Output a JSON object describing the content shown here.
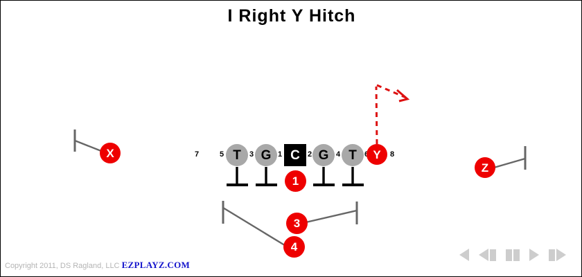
{
  "title": "I Right Y Hitch",
  "colors": {
    "player_red": "#EE0000",
    "lineman_gray": "#A8A8A8",
    "center_black": "#000000",
    "route_red": "#DD1111",
    "block_line_gray": "#666666",
    "control_gray": "#CDCDCD",
    "brand_blue": "#1515CC"
  },
  "formation": {
    "linemen": [
      {
        "label": "T",
        "name": "left-tackle"
      },
      {
        "label": "G",
        "name": "left-guard"
      },
      {
        "label": "C",
        "name": "center"
      },
      {
        "label": "G",
        "name": "right-guard"
      },
      {
        "label": "T",
        "name": "right-tackle"
      }
    ],
    "receivers": [
      {
        "label": "X",
        "name": "receiver-x"
      },
      {
        "label": "Y",
        "name": "receiver-y"
      },
      {
        "label": "Z",
        "name": "receiver-z"
      }
    ],
    "backs": [
      {
        "label": "1",
        "name": "quarterback"
      },
      {
        "label": "3",
        "name": "fullback"
      },
      {
        "label": "4",
        "name": "tailback"
      }
    ],
    "gap_numbers": [
      "7",
      "5",
      "3",
      "1",
      "2",
      "4",
      "6",
      "8"
    ]
  },
  "footer": {
    "copyright": "Copyright 2011, DS Ragland, LLC",
    "brand": "EZPLAYZ.COM"
  },
  "controls": [
    {
      "name": "rewind-button",
      "icon": "rewind-icon"
    },
    {
      "name": "step-back-button",
      "icon": "step-back-icon"
    },
    {
      "name": "pause-button",
      "icon": "pause-icon"
    },
    {
      "name": "play-button",
      "icon": "play-icon"
    },
    {
      "name": "step-forward-button",
      "icon": "step-forward-icon"
    }
  ]
}
